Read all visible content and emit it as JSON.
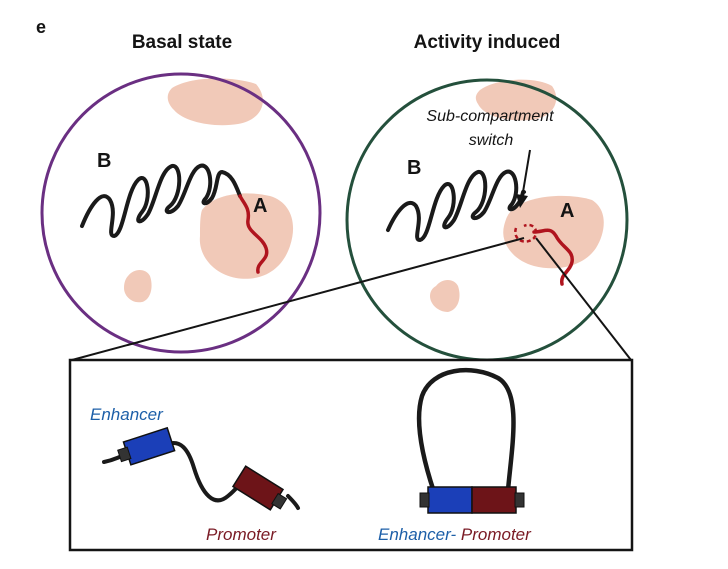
{
  "panel_letter": "e",
  "left_panel": {
    "title": "Basal state",
    "label_b": "B",
    "label_a": "A"
  },
  "right_panel": {
    "title": "Activity induced",
    "annotation_line1": "Sub-compartment",
    "annotation_line2": "switch",
    "label_b": "B",
    "label_a": "A"
  },
  "zoom_box": {
    "enhancer_label": "Enhancer",
    "promoter_label": "Promoter",
    "enhancer_promoter_label": "Enhancer-Promoter"
  },
  "colors": {
    "basal_circle": "#6a2f82",
    "induced_circle": "#24503c",
    "compartment_a": "#f1c9b8",
    "chromatin": "#1a1a1a",
    "a_segment": "#b0141e",
    "enhancer": "#1b3fb8",
    "promoter": "#6d1418",
    "enhancer_label": "#1d5fa8",
    "promoter_label": "#7a1a24"
  }
}
